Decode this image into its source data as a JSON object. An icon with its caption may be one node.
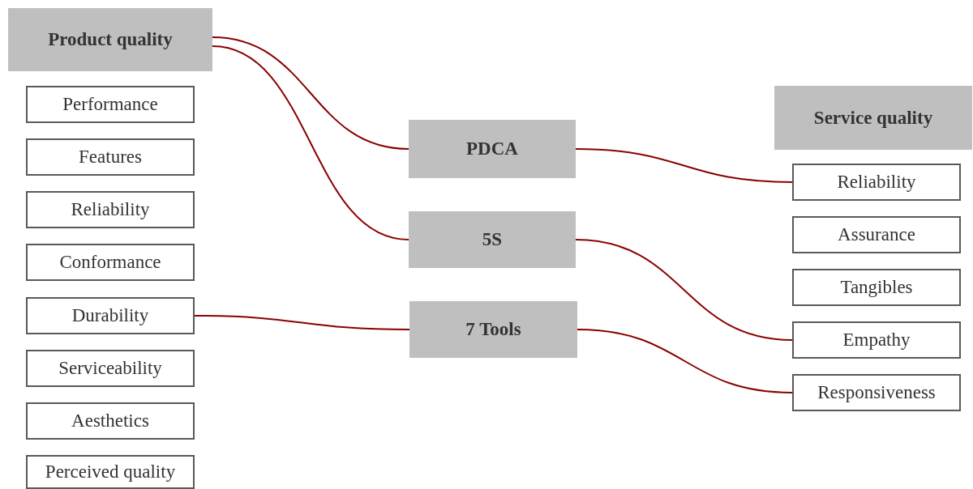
{
  "diagram": {
    "nodes": [
      {
        "text": [
          "Product quality"
        ]
      },
      {
        "text": [
          "Performance"
        ]
      },
      {
        "text": [
          "Features"
        ]
      },
      {
        "text": [
          "Reliability"
        ]
      },
      {
        "text": [
          "Conformance"
        ]
      },
      {
        "text": [
          "Durability"
        ]
      },
      {
        "text": [
          "Serviceability"
        ]
      },
      {
        "text": [
          "Aesthetics"
        ]
      },
      {
        "text": [
          "Perceived quality"
        ]
      },
      {
        "text": [
          "PDCA"
        ]
      },
      {
        "text": [
          "5S"
        ]
      },
      {
        "text": [
          "7 Tools"
        ]
      },
      {
        "text": [
          "Service quality"
        ]
      },
      {
        "text": [
          "Reliability"
        ]
      },
      {
        "text": [
          "Assurance"
        ]
      },
      {
        "text": [
          "Tangibles"
        ]
      },
      {
        "text": [
          "Empathy"
        ]
      },
      {
        "text": [
          "Responsiveness"
        ]
      }
    ],
    "edges": [
      {
        "from": 0,
        "to": 9,
        "arrow": "none"
      },
      {
        "from": 0,
        "to": 10,
        "arrow": "none"
      },
      {
        "from": 5,
        "to": 11,
        "arrow": "none"
      },
      {
        "from": 9,
        "to": 13,
        "arrow": "none"
      },
      {
        "from": 10,
        "to": 16,
        "arrow": "none"
      },
      {
        "from": 11,
        "to": 17,
        "arrow": "none"
      }
    ]
  }
}
